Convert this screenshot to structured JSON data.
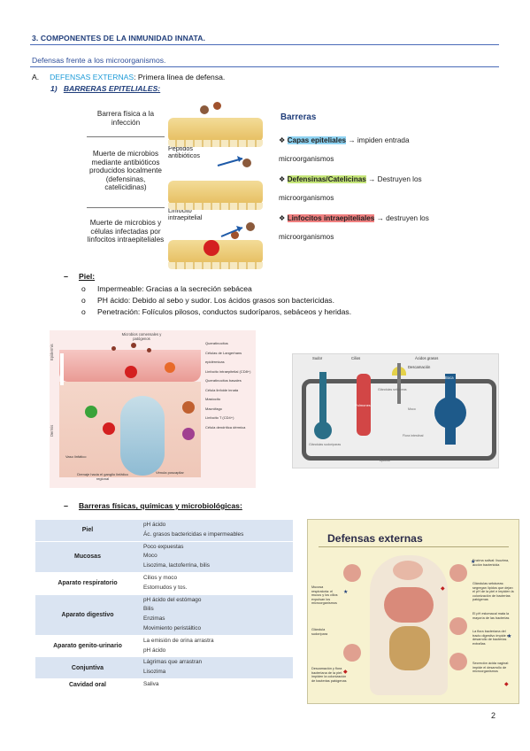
{
  "header": {
    "section_title": "3.   COMPONENTES DE LA INMUNIDAD INNATA.",
    "subtitle": "Defensas frente a los microorganismos."
  },
  "point_a": {
    "letter": "A.",
    "label": "DEFENSAS EXTERNAS",
    "rest": ": Primera línea de defensa."
  },
  "point_1": {
    "number": "1)",
    "label": "BARRERAS EPITELIALES:"
  },
  "figure_barriers": {
    "row1": "Barrera física a la infección",
    "row2": "Muerte de microbios mediante antibióticos producidos localmente (defensinas, catelicidinas)",
    "row2_side": "Péptidos antibióticos",
    "row3": "Muerte de microbios y células infectadas por linfocitos intraepiteliales",
    "row3_side": "Linfocito intraepitelial"
  },
  "barreras_panel": {
    "title": "Barreras",
    "items": [
      {
        "highlight": "Capas epiteliales",
        "text": " → impiden entrada",
        "cont": "microorganismos"
      },
      {
        "highlight": "Defensinas/Catelicinas",
        "text": " → Destruyen los",
        "cont": "microorganismos"
      },
      {
        "highlight": "Linfocitos intraepiteliales",
        "text": " → destruyen los",
        "cont": "microorganismos"
      }
    ]
  },
  "piel": {
    "dash": "–",
    "label": "Piel:",
    "bullet": "o",
    "items": [
      "Impermeable: Gracias a la secreción sebácea",
      "PH ácido: Debido al sebo y sudor. Los ácidos grasos son bactericidas.",
      "Penetración: Folículos pilosos, conductos sudoríparos, sebáceos y heridas."
    ]
  },
  "skin_figure": {
    "top": "Microbios comensales y patógenos",
    "left_labels": [
      "Epidermis",
      "Dermis"
    ],
    "right_labels": [
      "Queratinocitos",
      "Células de Langerhans epidérmicas",
      "Linfocito intraepitelial (CD8+)",
      "Queratinocitos basales",
      "Célula linfoide innata",
      "Mastocito",
      "Macrófago",
      "Linfocito T (CD4+)",
      "Célula dendrítica dérmica"
    ],
    "bottom_labels": [
      "Vaso linfático",
      "Drenaje hacia el ganglio linfático regional",
      "Vénula poscapilar"
    ]
  },
  "gland_figure": {
    "labels": [
      "Sudor",
      "Cilios",
      "Ácidos grasos",
      "Descamación",
      "Boca",
      "Pulmones",
      "Glándulas sebáceas",
      "Glándulas sudoríparas",
      "Flora intestinal",
      "Moco",
      "Epitelio"
    ]
  },
  "barreras2": {
    "dash": "–",
    "label": "Barreras físicas, químicas y microbiológicas:"
  },
  "table": [
    {
      "key": "Piel",
      "values": [
        "pH ácido",
        "Ác. grasos bactericidas e impermeables"
      ]
    },
    {
      "key": "Mucosas",
      "values": [
        "Poco expuestas",
        "Moco",
        "Lisozima, lactoferrina, bilis"
      ]
    },
    {
      "key": "Aparato respiratorio",
      "values": [
        "Cilios y moco",
        "Estornudos y tos."
      ]
    },
    {
      "key": "Aparato digestivo",
      "values": [
        "pH ácido del estómago",
        "Bilis",
        "Enzimas",
        "Movimiento peristáltico"
      ]
    },
    {
      "key": "Aparato genito-urinario",
      "values": [
        "La emisión de orina arrastra",
        "pH ácido"
      ]
    },
    {
      "key": "Conjuntiva",
      "values": [
        "Lágrimas que arrastran",
        "Lisozima"
      ]
    },
    {
      "key": "Cavidad oral",
      "values": [
        "Saliva"
      ]
    }
  ],
  "defensas_figure": {
    "title": "Defensas externas",
    "notes_left": [
      "Mucosa respiratoria: el mucus y los cilios expulsan los microorganismos",
      "Glándula sudorípara",
      "Descamación y flora bacteriana de la piel: impiden la colonización de bacterias patógenas"
    ],
    "notes_right": [
      "Enzima salival: lisozima, acción bactericida",
      "Glándulas sebáceas: segregan lípidos que dejan el pH de la piel e impiden la colonización de bacterias patógenas",
      "El pH estomacal mata la mayoría de las bacterias",
      "La flora bacteriana del tracto digestivo impide el desarrollo de bacterias extrañas",
      "Secreción ácida vaginal: impide el desarrollo de microorganismos"
    ]
  },
  "page_number": "2"
}
